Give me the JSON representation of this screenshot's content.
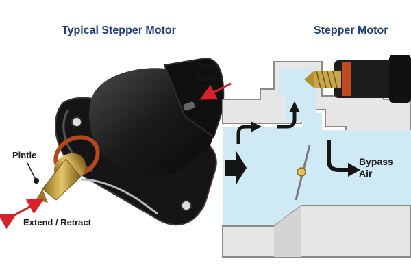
{
  "left_panel": {
    "title": "Typical Stepper Motor",
    "from_label": "From\nECU",
    "pintle_label": "Pintle",
    "action_label": "Extend / Retract"
  },
  "right_panel": {
    "title": "Stepper Motor",
    "bypass_label": "Bypass\nAir"
  },
  "colors": {
    "title": "#1c3f7a",
    "arrow_red": "#d8202a",
    "air_fill": "#cfe9f5",
    "housing": "#e6e6e6",
    "housing_stroke": "#8a8a8a",
    "motor_body": "#1d1d1d",
    "brass": "#c8a64a"
  }
}
